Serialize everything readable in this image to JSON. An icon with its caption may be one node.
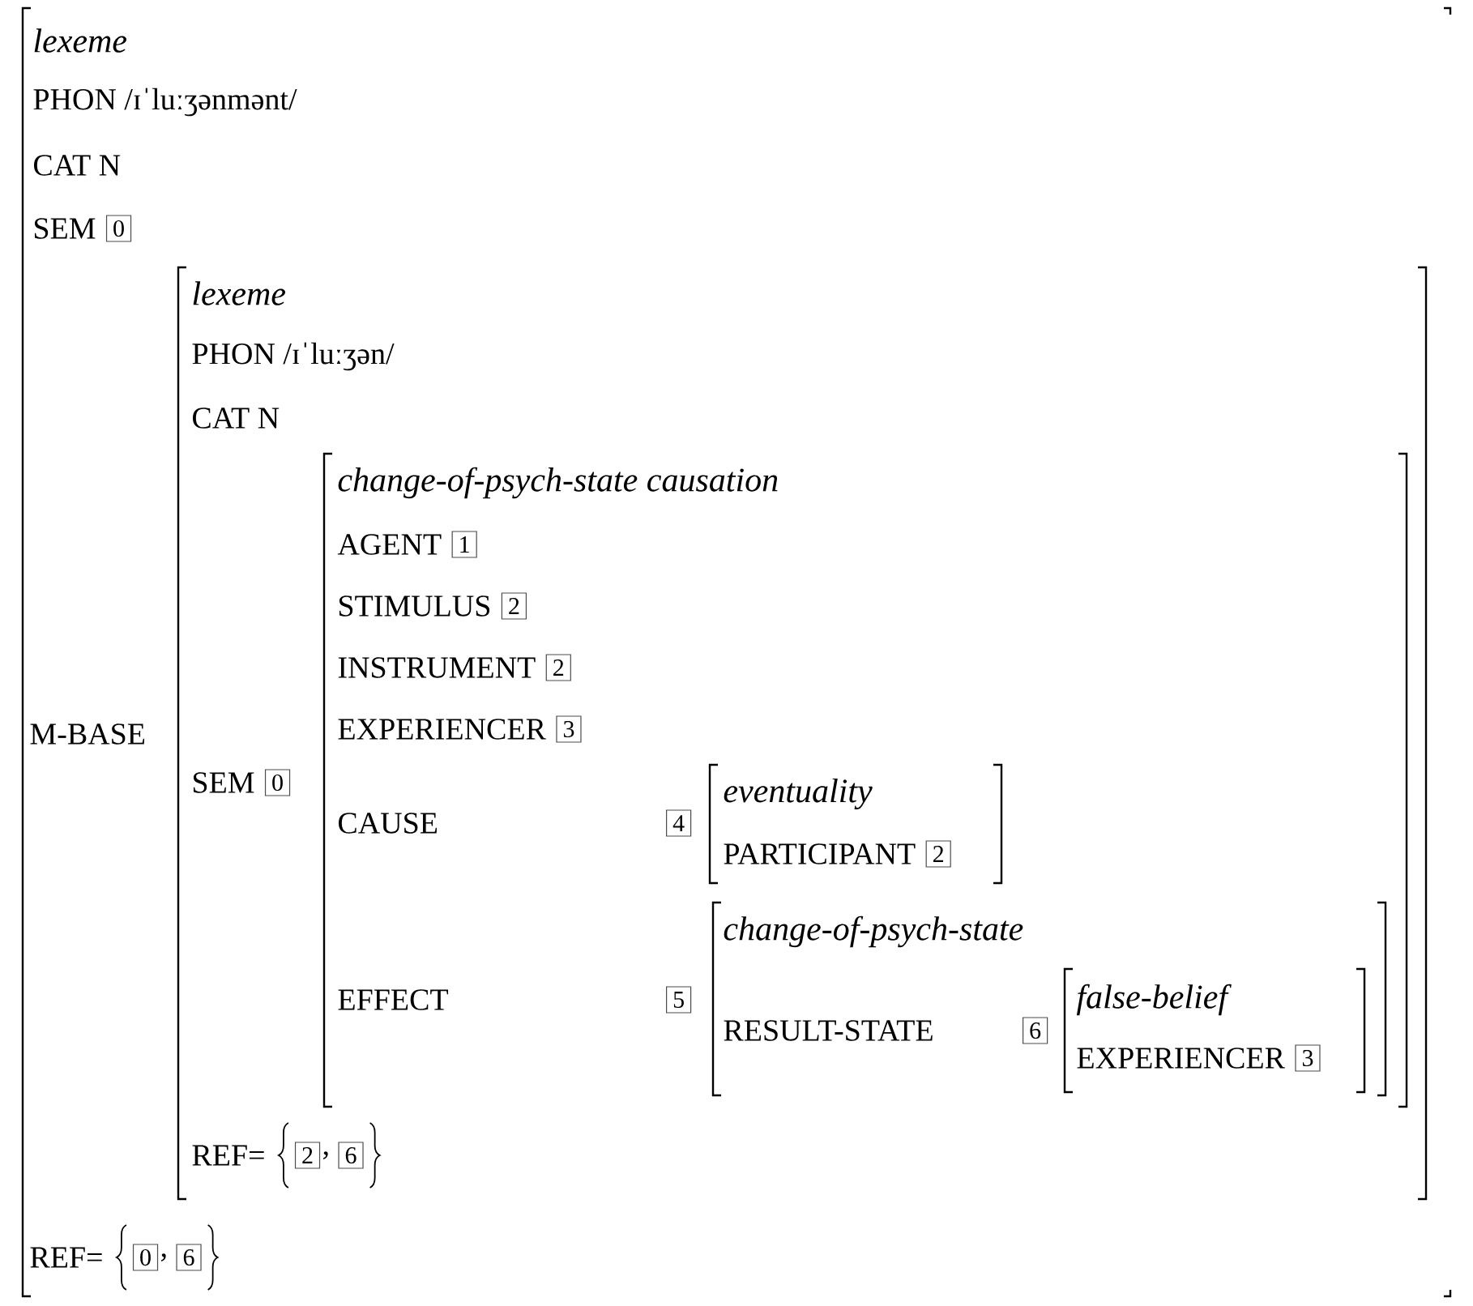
{
  "diagram": {
    "nodes": [
      {
        "text": [
          "lexeme",
          "PHON /ɪˈluːʒənmənt/",
          "CAT N",
          "SEM",
          "M-BASE",
          "REF="
        ]
      },
      {
        "text": [
          "lexeme",
          "PHON /ɪˈluːʒən/",
          "CAT N",
          "SEM",
          "REF="
        ],
        "in": 0
      },
      {
        "text": [
          "change-of-psych-state causation",
          "AGENT",
          "STIMULUS",
          "INSTRUMENT",
          "EXPERIENCER",
          "CAUSE",
          "EFFECT"
        ],
        "in": 1
      },
      {
        "text": [
          "eventuality",
          "PARTICIPANT"
        ],
        "in": 2
      },
      {
        "text": [
          "change-of-psych-state",
          "RESULT-STATE"
        ],
        "in": 2
      },
      {
        "text": [
          "false-belief",
          "EXPERIENCER"
        ],
        "in": 4
      }
    ],
    "labels": [
      "0",
      "1",
      "2",
      "2",
      "3",
      "0",
      "4",
      "2",
      "5",
      "6",
      "3",
      "2",
      ",",
      "6",
      "0",
      ",",
      "6"
    ]
  }
}
